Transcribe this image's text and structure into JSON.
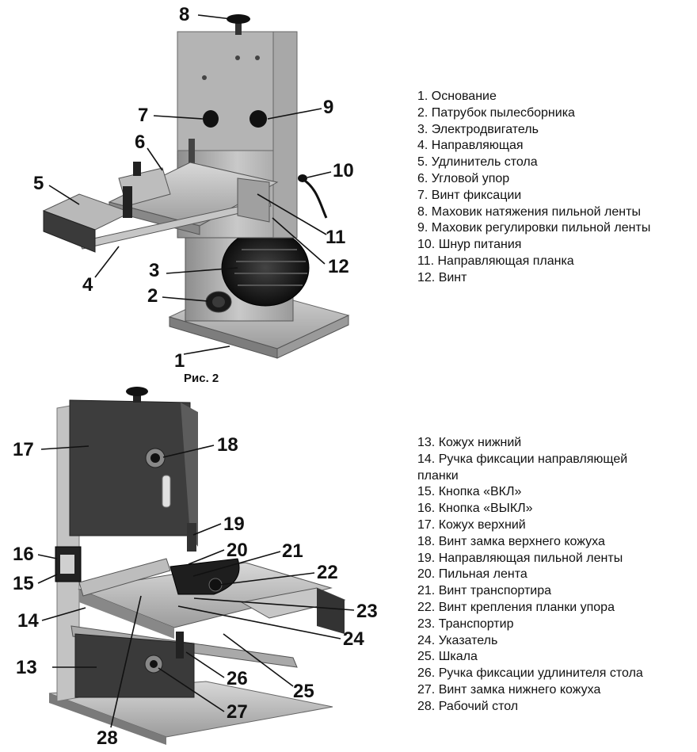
{
  "figure1": {
    "caption": "Рис. 2",
    "callouts": [
      "1",
      "2",
      "3",
      "4",
      "5",
      "6",
      "7",
      "8",
      "9",
      "10",
      "11",
      "12"
    ],
    "legend": [
      "1. Основание",
      "2. Патрубок пылесборника",
      "3. Электродвигатель",
      "4. Направляющая",
      "5. Удлинитель стола",
      "6.  Угловой упор",
      "7. Винт фиксации",
      "8. Маховик натяжения пильной ленты",
      "9.  Маховик регулировки пильной ленты",
      "10. Шнур питания",
      "11. Направляющая планка",
      "12. Винт"
    ]
  },
  "figure2": {
    "callouts": [
      "13",
      "14",
      "15",
      "16",
      "17",
      "18",
      "19",
      "20",
      "21",
      "22",
      "23",
      "24",
      "25",
      "26",
      "27",
      "28"
    ],
    "legend": [
      "13. Кожух нижний",
      "14. Ручка фиксации направляющей",
      "планки",
      "15. Кнопка «ВКЛ»",
      "16. Кнопка «ВЫКЛ»",
      "17. Кожух верхний",
      "18. Винт замка верхнего кожуха",
      "19. Направляющая пильной ленты",
      "20. Пильная лента",
      "21. Винт транспортира",
      "22. Винт крепления планки упора",
      "23. Транспортир",
      "24. Указатель",
      "25. Шкала",
      "26. Ручка фиксации удлинителя стола",
      "27. Винт замка нижнего кожуха",
      "28. Рабочий стол"
    ]
  }
}
